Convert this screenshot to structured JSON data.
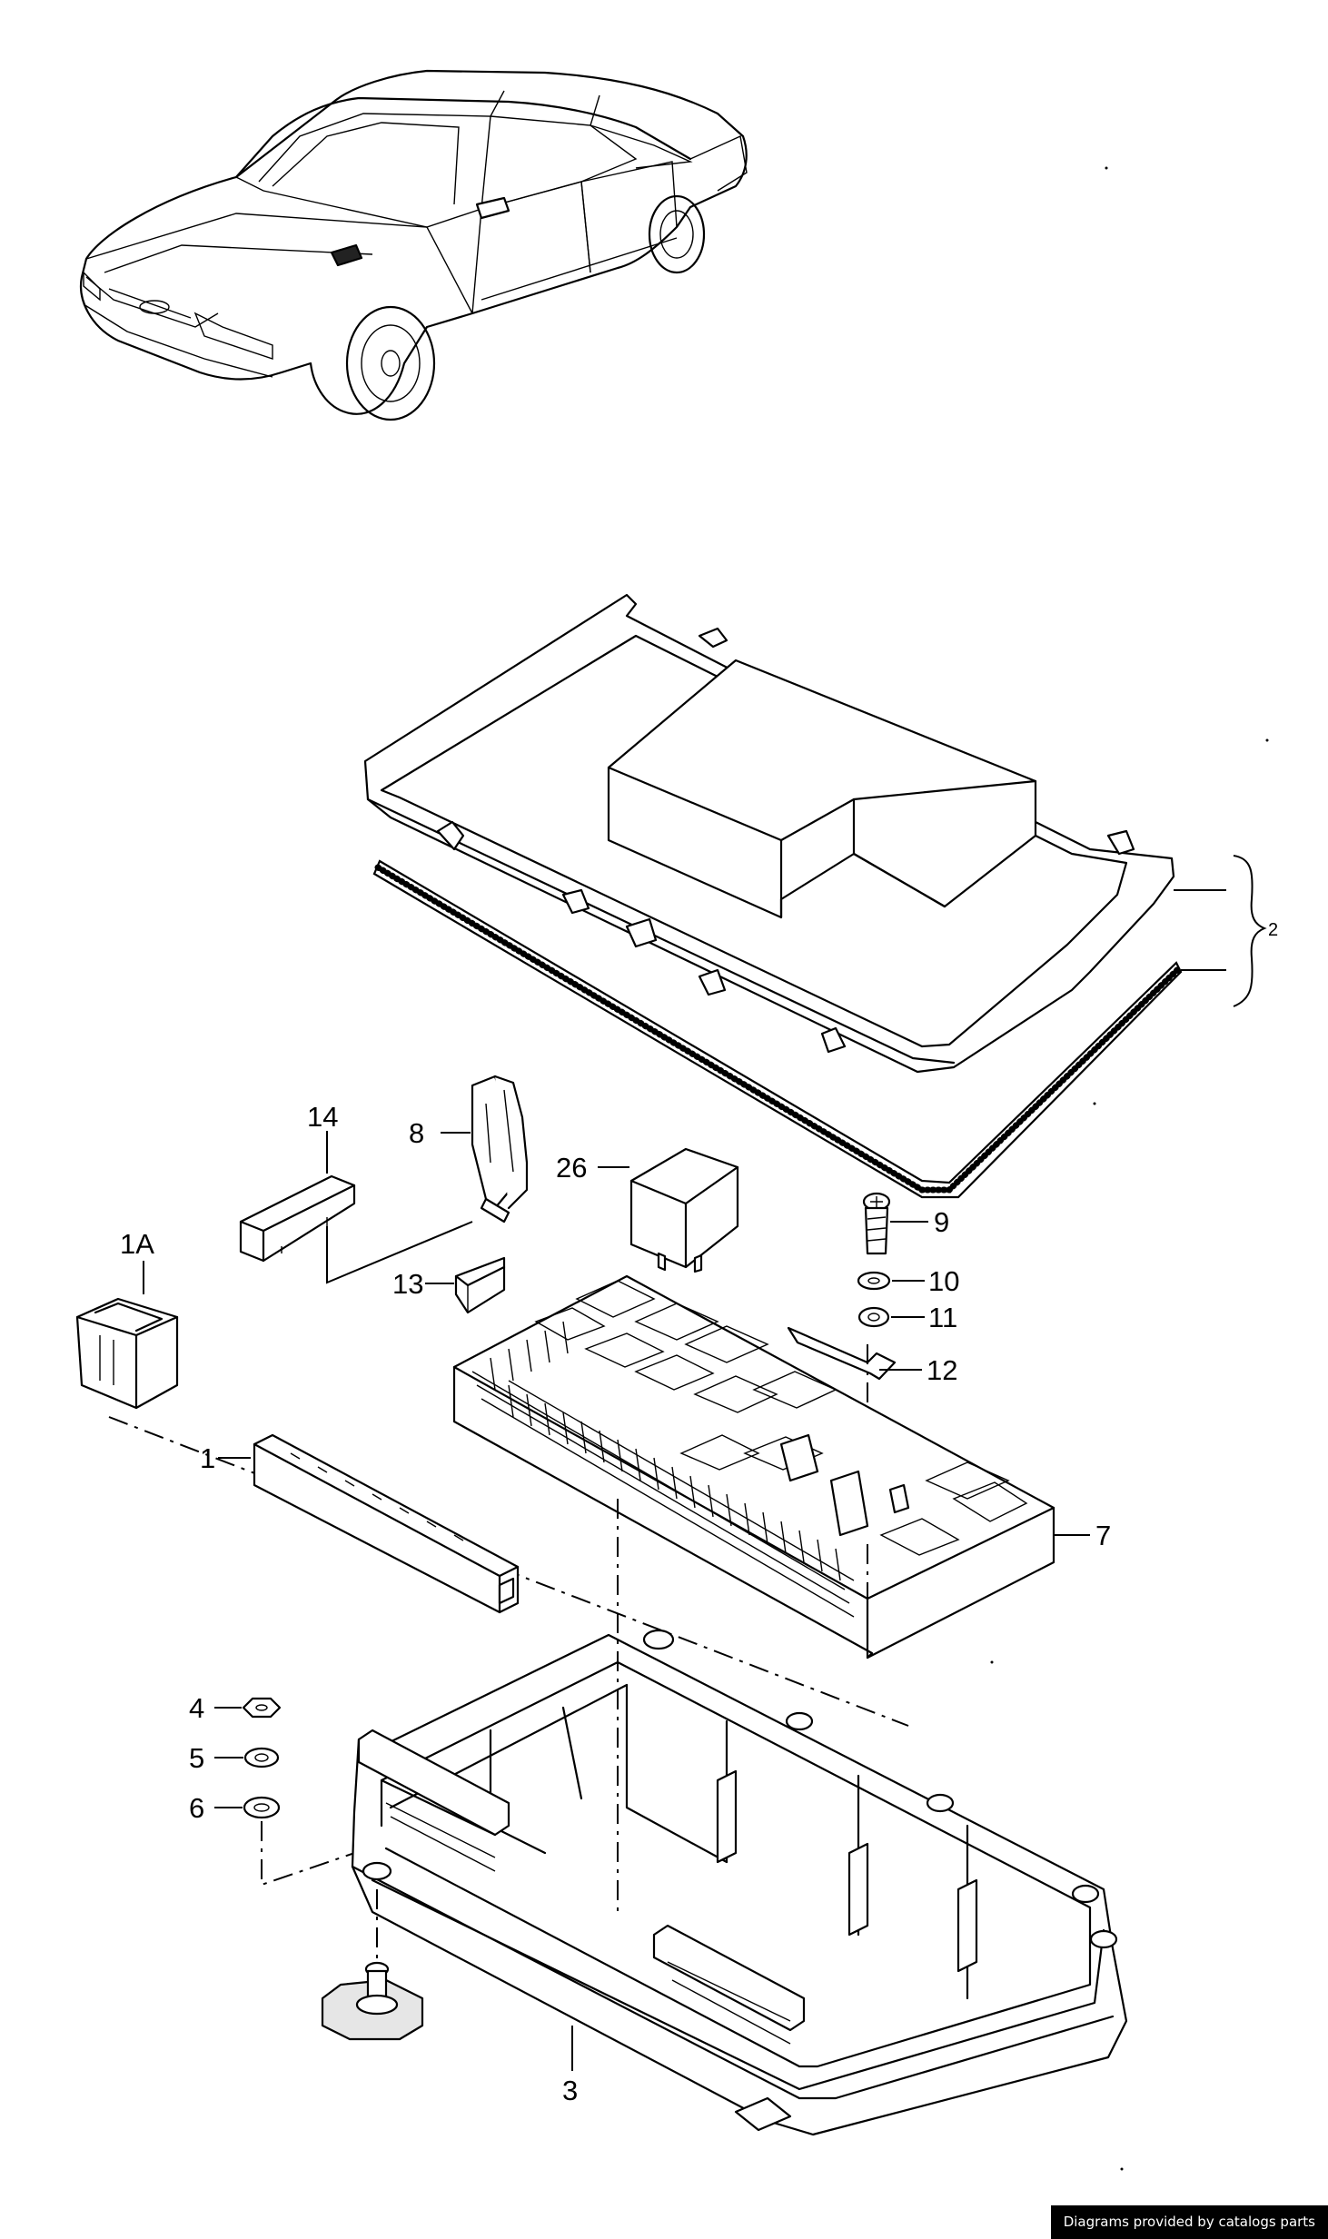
{
  "callouts": {
    "c14": "14",
    "c8": "8",
    "c26": "26",
    "c1a": "1A",
    "c9": "9",
    "c10": "10",
    "c11": "11",
    "c12": "12",
    "c13": "13",
    "c1": "1",
    "c7": "7",
    "c4": "4",
    "c5": "5",
    "c6": "6",
    "c3": "3",
    "c2": "2"
  },
  "footer": {
    "credit": "Diagrams provided by catalogs parts"
  }
}
